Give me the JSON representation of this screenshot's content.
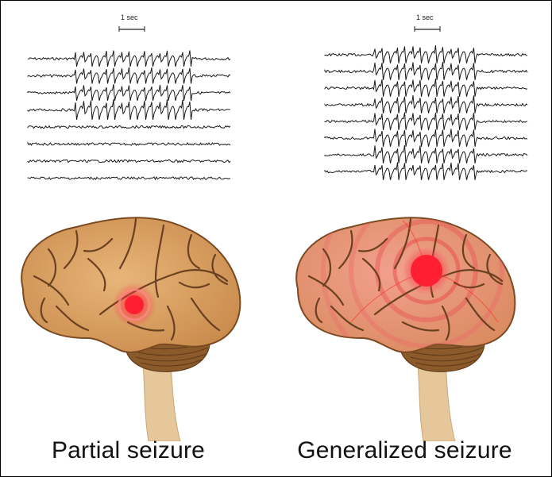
{
  "panels": [
    {
      "caption": "Partial seizure",
      "scale_label": "1 sec",
      "eeg_traces": 8,
      "spiking_traces": 4,
      "focus": "focal"
    },
    {
      "caption": "Generalized seizure",
      "scale_label": "1 sec",
      "eeg_traces": 8,
      "spiking_traces": 8,
      "focus": "generalized"
    }
  ],
  "colors": {
    "brain_fill": "#d9a066",
    "brain_outline": "#7a4a22",
    "cerebellum": "#8b5a2b",
    "brainstem": "#e6c79c",
    "focus": "#ff2233",
    "generalized_tint": "#ef8e82"
  }
}
